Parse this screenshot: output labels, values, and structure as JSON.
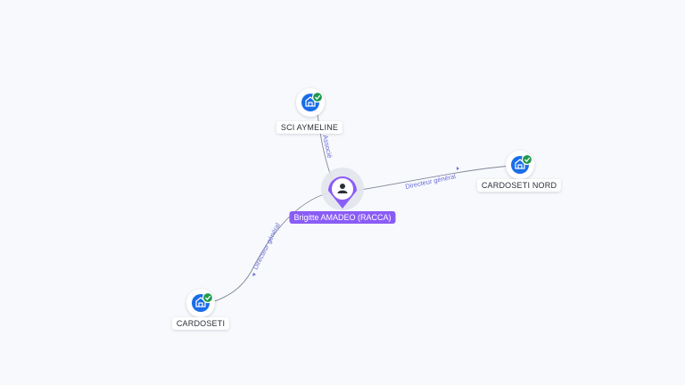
{
  "colors": {
    "background": "#f8f9fc",
    "edge": "#7d8798",
    "edge_label": "#6b6fd8",
    "company_icon": "#1a6de8",
    "verified_badge": "#1f9a4f",
    "person_accent": "#8a5cf6"
  },
  "person": {
    "name": "Brigitte AMADEO (RACCA)",
    "icon": "user-icon"
  },
  "companies": [
    {
      "name": "SCI AYMELINE",
      "icon": "building-icon",
      "verified": true
    },
    {
      "name": "CARDOSETI NORD",
      "icon": "building-icon",
      "verified": true
    },
    {
      "name": "CARDOSETI",
      "icon": "building-icon",
      "verified": true
    }
  ],
  "relations": [
    {
      "label": "Associé",
      "to": "SCI AYMELINE"
    },
    {
      "label": "Directeur général",
      "to": "CARDOSETI NORD"
    },
    {
      "label": "Directeur général",
      "to": "CARDOSETI"
    }
  ]
}
